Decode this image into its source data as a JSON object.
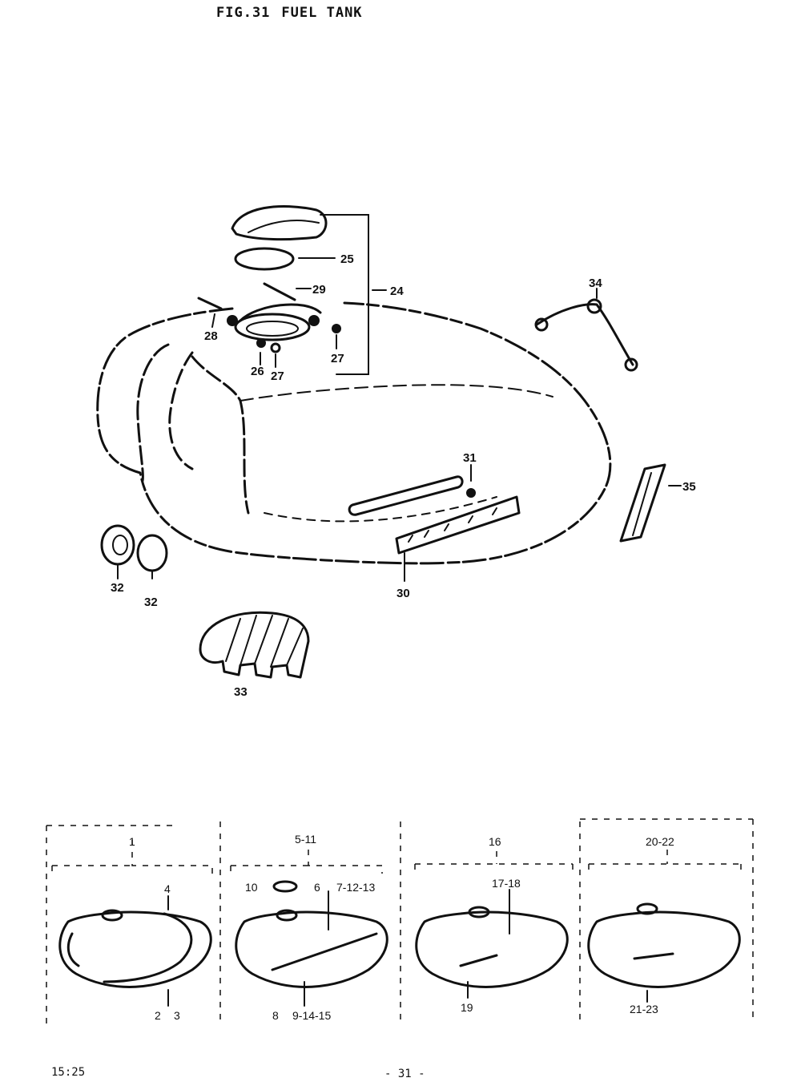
{
  "header": {
    "fig": "FIG.31",
    "title": "FUEL TANK"
  },
  "callouts": {
    "p24": "24",
    "p25": "25",
    "p26": "26",
    "p27a": "27",
    "p27b": "27",
    "p28": "28",
    "p29": "29",
    "p30": "30",
    "p31": "31",
    "p32a": "32",
    "p32b": "32",
    "p33": "33",
    "p34": "34",
    "p35": "35"
  },
  "variants": [
    {
      "top": "1",
      "mid": "4",
      "bottom_left": "2",
      "bottom_right": "3"
    },
    {
      "top": "5-11",
      "mid_left": "10",
      "mid_a": "6",
      "mid_b": "7-12-13",
      "bottom_left": "8",
      "bottom_right": "9-14-15"
    },
    {
      "top": "16",
      "mid": "17-18",
      "bottom": "19"
    },
    {
      "top": "20-22",
      "bottom": "21-23"
    }
  ],
  "footer": {
    "left": "15:25",
    "center": "- 31 -"
  },
  "colors": {
    "ink": "#111111",
    "paper": "#ffffff"
  }
}
